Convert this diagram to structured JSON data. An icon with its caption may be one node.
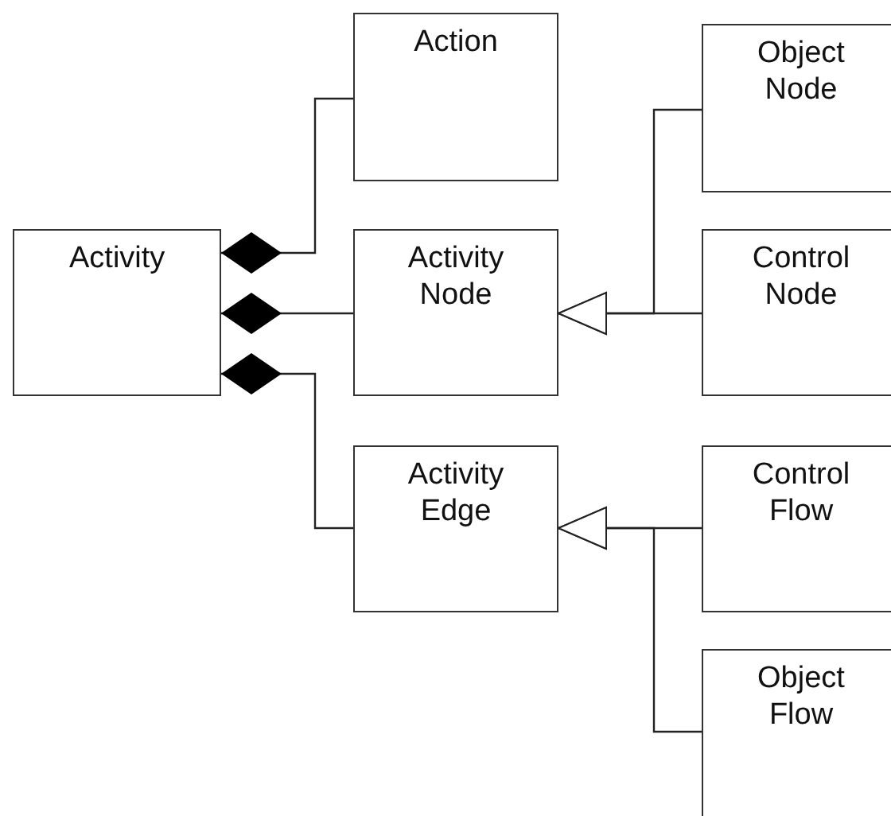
{
  "diagram": {
    "nodes": [
      {
        "text": [
          "Activity"
        ]
      },
      {
        "text": [
          "Action"
        ]
      },
      {
        "text": [
          "Activity Node"
        ]
      },
      {
        "text": [
          "Object Node"
        ]
      },
      {
        "text": [
          "Control Node"
        ]
      },
      {
        "text": [
          "Activity Edge"
        ]
      },
      {
        "text": [
          "Control Flow"
        ]
      },
      {
        "text": [
          "Object Flow"
        ]
      }
    ],
    "edges": [
      {
        "from": 0,
        "to": 1,
        "arrow": "other"
      },
      {
        "from": 0,
        "to": 2,
        "arrow": "other"
      },
      {
        "from": 0,
        "to": 5,
        "arrow": "other"
      },
      {
        "from": 3,
        "to": 2,
        "arrow": "to"
      },
      {
        "from": 4,
        "to": 2,
        "arrow": "to"
      },
      {
        "from": 6,
        "to": 5,
        "arrow": "to"
      },
      {
        "from": 7,
        "to": 5,
        "arrow": "to"
      }
    ]
  }
}
